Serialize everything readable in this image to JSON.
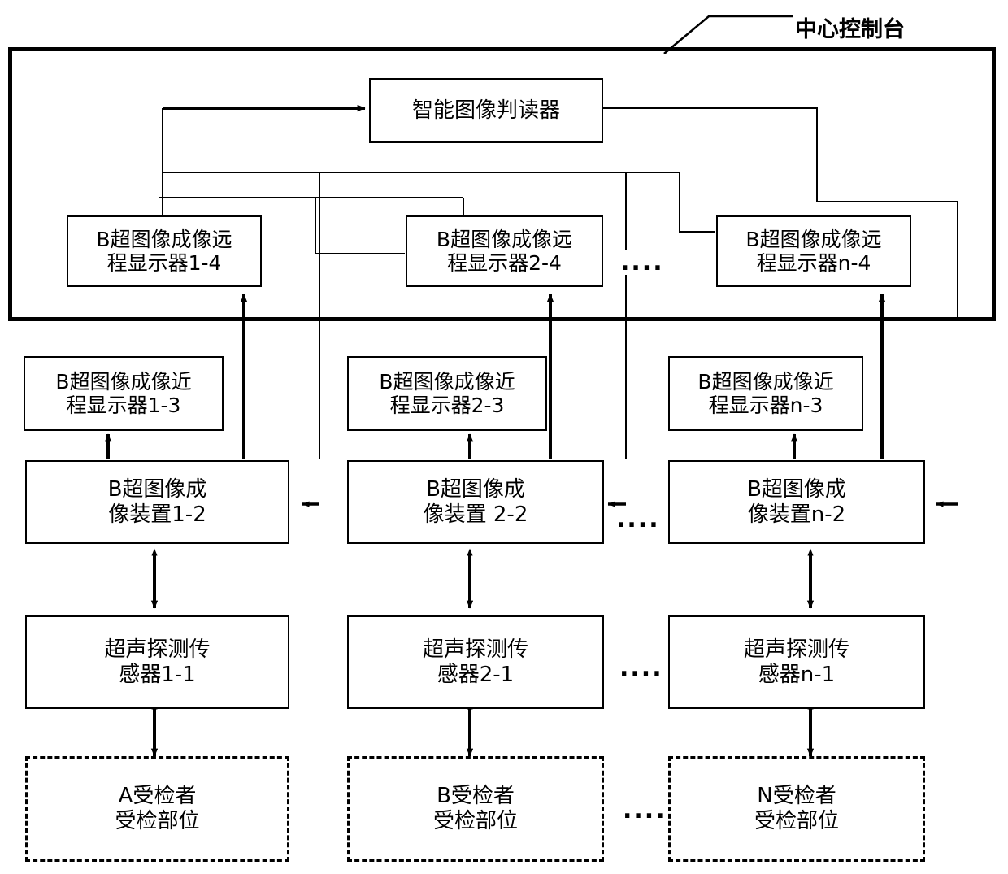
{
  "diagram": {
    "title": "中心控制台",
    "console": {
      "label": "中心控制台",
      "interpreter": "智能图像判读器"
    },
    "rows": {
      "remote_display": {
        "col1": "B超图像成像远\n程显示器1-4",
        "col2": "B超图像成像远\n程显示器2-4",
        "coln": "B超图像成像远\n程显示器n-4",
        "ellipsis": "...."
      },
      "near_display": {
        "col1": "B超图像成像近\n程显示器1-3",
        "col2": "B超图像成像近\n程显示器2-3",
        "coln": "B超图像成像近\n程显示器n-3"
      },
      "imaging_device": {
        "col1": "B超图像成\n像装置1-2",
        "col2": "B超图像成\n像装置 2-2",
        "coln": "B超图像成\n像装置n-2",
        "ellipsis": "...."
      },
      "sensor": {
        "col1": "超声探测传\n感器1-1",
        "col2": "超声探测传\n感器2-1",
        "coln": "超声探测传\n感器n-1",
        "ellipsis": "...."
      },
      "subject": {
        "col1": "A受检者\n受检部位",
        "col2": "B受检者\n受检部位",
        "coln": "N受检者\n受检部位",
        "ellipsis": "...."
      }
    },
    "colors": {
      "stroke": "#000000",
      "background": "#ffffff"
    }
  }
}
